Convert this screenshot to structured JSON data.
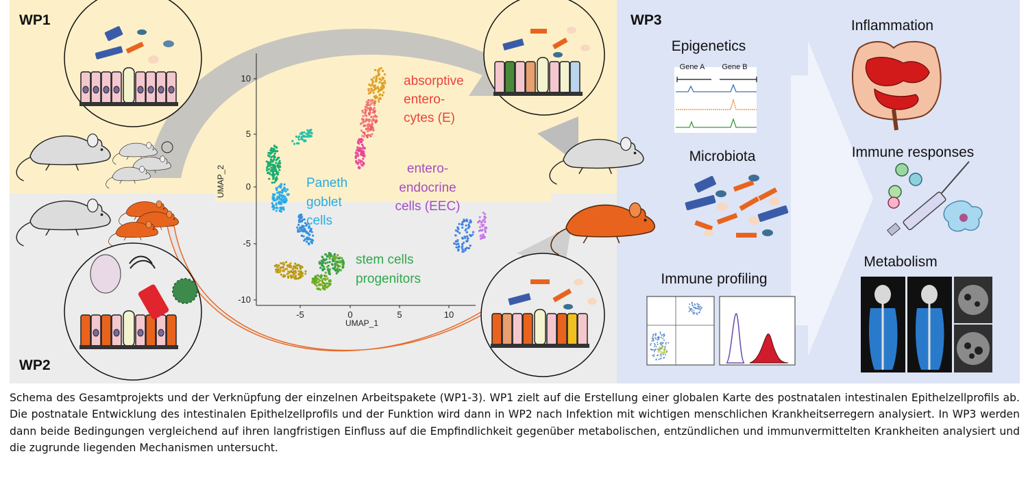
{
  "labels": {
    "wp1": "WP1",
    "wp2": "WP2",
    "wp3": "WP3",
    "absorptive": [
      "absorptive",
      "entero-",
      "cytes (E)"
    ],
    "enteroendocrine": [
      "entero-",
      "endocrine",
      "cells (EEC)"
    ],
    "paneth": [
      "Paneth",
      "goblet",
      "cells"
    ],
    "stem": [
      "stem cells",
      "progenitors"
    ],
    "epigenetics": "Epigenetics",
    "gene_a": "Gene A",
    "gene_b": "Gene B",
    "microbiota": "Microbiota",
    "immune_profiling": "Immune profiling",
    "inflammation": "Inflammation",
    "immune_responses": "Immune responses",
    "metabolism": "Metabolism"
  },
  "umap": {
    "xlabel": "UMAP_1",
    "ylabel": "UMAP_2",
    "xticks": [
      "-5",
      "0",
      "5",
      "10"
    ],
    "yticks": [
      "10",
      "5",
      "0",
      "-5",
      "-10"
    ]
  },
  "colors": {
    "wp1_bg": "#fdf0c8",
    "wp2_bg": "#ececec",
    "wp3_bg": "#dde4f5",
    "absorptive": "#e8433e",
    "enteroendocrine": "#a34ec0",
    "paneth": "#29abe2",
    "stem": "#2ea84a",
    "mouse_orange": "#e8641e"
  },
  "caption": "Schema des Gesamtprojekts und der Verknüpfung der einzelnen Arbeitspakete (WP1-3). WP1 zielt auf die Erstellung einer globalen Karte des postnatalen intestinalen Epithelzellprofils ab. Die postnatale Entwicklung des intestinalen Epithelzellprofils und der Funktion wird dann in WP2 nach Infektion mit wichtigen menschlichen Krankheitserregern analysiert. In WP3 werden dann beide Bedingungen vergleichend auf ihren langfristigen Einfluss auf die Empfindlichkeit gegenüber metabolischen, entzündlichen und immunvermittelten Krankheiten analysiert und die zugrunde liegenden Mechanismen untersucht."
}
